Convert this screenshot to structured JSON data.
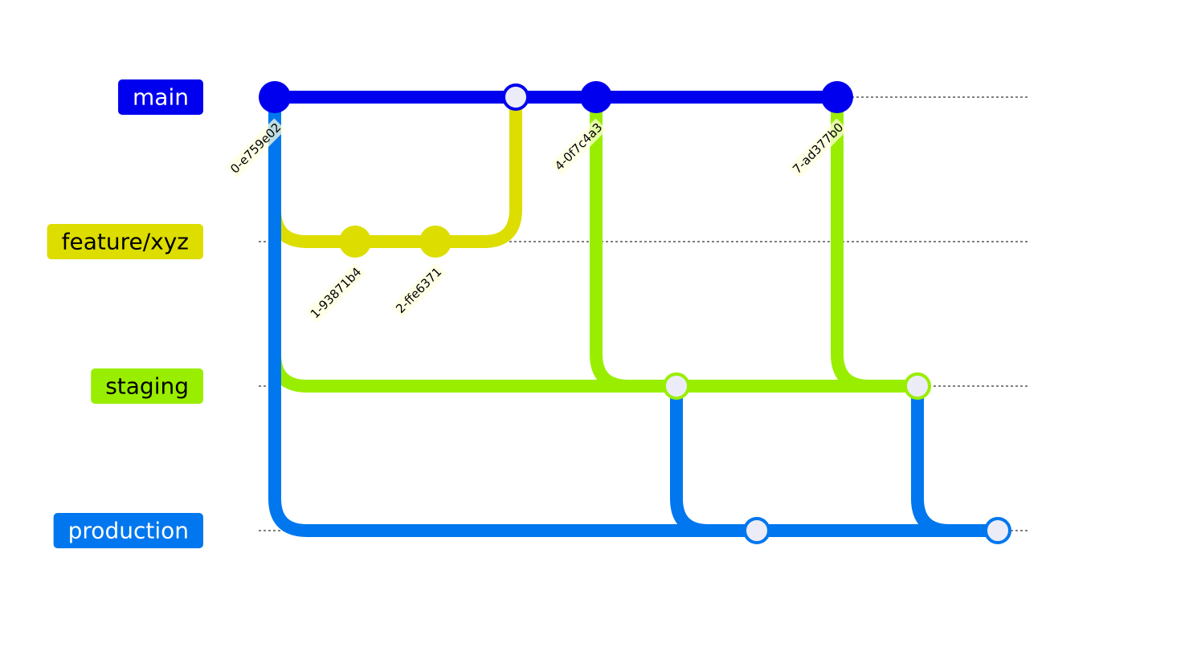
{
  "branches": [
    {
      "id": "main",
      "label": "main",
      "color": "#0000ee",
      "text_color": "#ffffff"
    },
    {
      "id": "feature",
      "label": "feature/xyz",
      "color": "#dddd00",
      "text_color": "#000000"
    },
    {
      "id": "staging",
      "label": "staging",
      "color": "#99ee00",
      "text_color": "#000000"
    },
    {
      "id": "production",
      "label": "production",
      "color": "#0077ee",
      "text_color": "#ffffff"
    }
  ],
  "commits": [
    {
      "id": "0-e759e02",
      "label": "0-e759e02",
      "branch": "main",
      "type": "normal"
    },
    {
      "id": "1-93871b4",
      "label": "1-93871b4",
      "branch": "feature",
      "type": "normal"
    },
    {
      "id": "2-ffe6371",
      "label": "2-ffe6371",
      "branch": "feature",
      "type": "normal"
    },
    {
      "id": "m-feature-main",
      "label": "",
      "branch": "main",
      "type": "merge"
    },
    {
      "id": "4-0f7c4a3",
      "label": "4-0f7c4a3",
      "branch": "main",
      "type": "normal"
    },
    {
      "id": "m-main-staging-1",
      "label": "",
      "branch": "staging",
      "type": "merge"
    },
    {
      "id": "m-staging-production-1",
      "label": "",
      "branch": "production",
      "type": "merge"
    },
    {
      "id": "7-ad377b0",
      "label": "7-ad377b0",
      "branch": "main",
      "type": "normal"
    },
    {
      "id": "m-main-staging-2",
      "label": "",
      "branch": "staging",
      "type": "merge"
    },
    {
      "id": "m-staging-production-2",
      "label": "",
      "branch": "production",
      "type": "merge"
    }
  ],
  "connections": [
    {
      "from": "0-e759e02",
      "to": "1-93871b4",
      "color_branch": "feature"
    },
    {
      "from": "2-ffe6371",
      "to": "m-feature-main",
      "color_branch": "feature"
    },
    {
      "from": "0-e759e02",
      "to": "m-main-staging-1",
      "color_branch": "staging"
    },
    {
      "from": "4-0f7c4a3",
      "to": "m-main-staging-1",
      "color_branch": "staging"
    },
    {
      "from": "7-ad377b0",
      "to": "m-main-staging-2",
      "color_branch": "staging"
    },
    {
      "from": "0-e759e02",
      "to": "m-staging-production-1",
      "color_branch": "production"
    },
    {
      "from": "m-main-staging-1",
      "to": "m-staging-production-1",
      "color_branch": "production"
    },
    {
      "from": "m-main-staging-2",
      "to": "m-staging-production-2",
      "color_branch": "production"
    }
  ]
}
